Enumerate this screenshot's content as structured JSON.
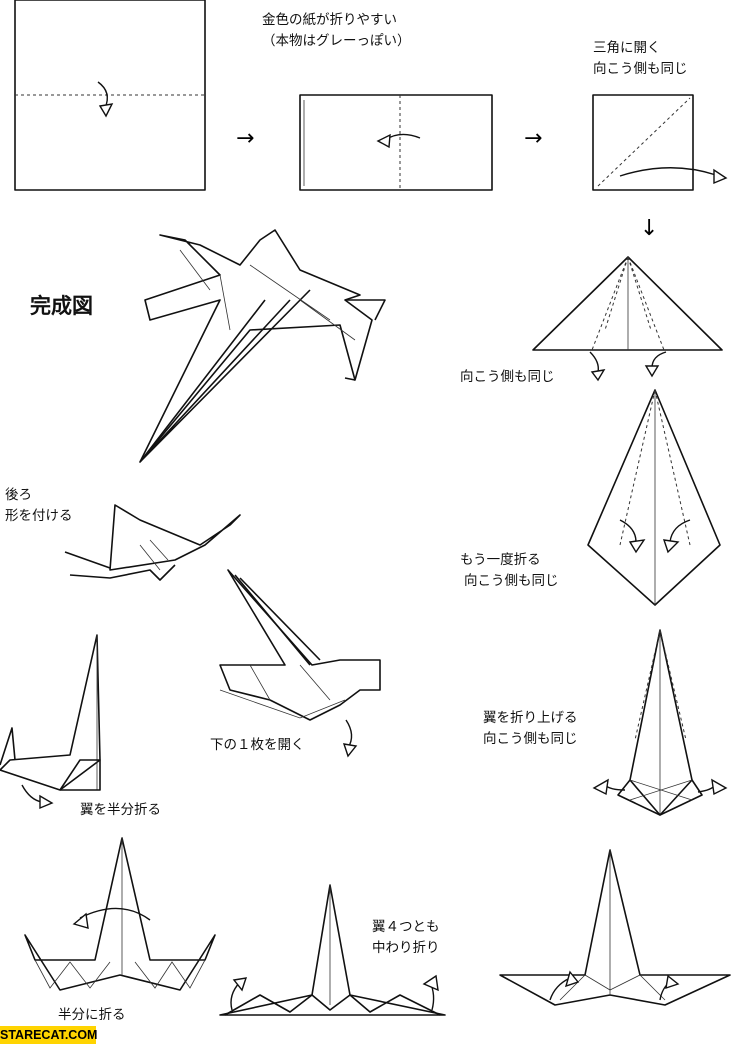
{
  "steps": {
    "step2_note": [
      "金色の紙が折りやすい",
      "（本物はグレーっぽい）"
    ],
    "step3_note": [
      "三角に開く",
      "向こう側も同じ"
    ],
    "step4_note": "向こう側も同じ",
    "step5_note": [
      "もう一度折る",
      "向こう側も同じ"
    ],
    "step6_note": [
      "翼を折り上げる",
      "向こう側も同じ"
    ],
    "step8_note": [
      "翼４つとも",
      "中わり折り"
    ],
    "step9_note": "半分に折る",
    "step10_note": "翼を半分折る",
    "step11_note": "下の１枚を開く",
    "step12_note": [
      "後ろ",
      "形を付ける"
    ],
    "finished_title": "完成図"
  },
  "arrows": [
    "→",
    "→",
    "↓"
  ],
  "watermark": "STARECAT.COM"
}
